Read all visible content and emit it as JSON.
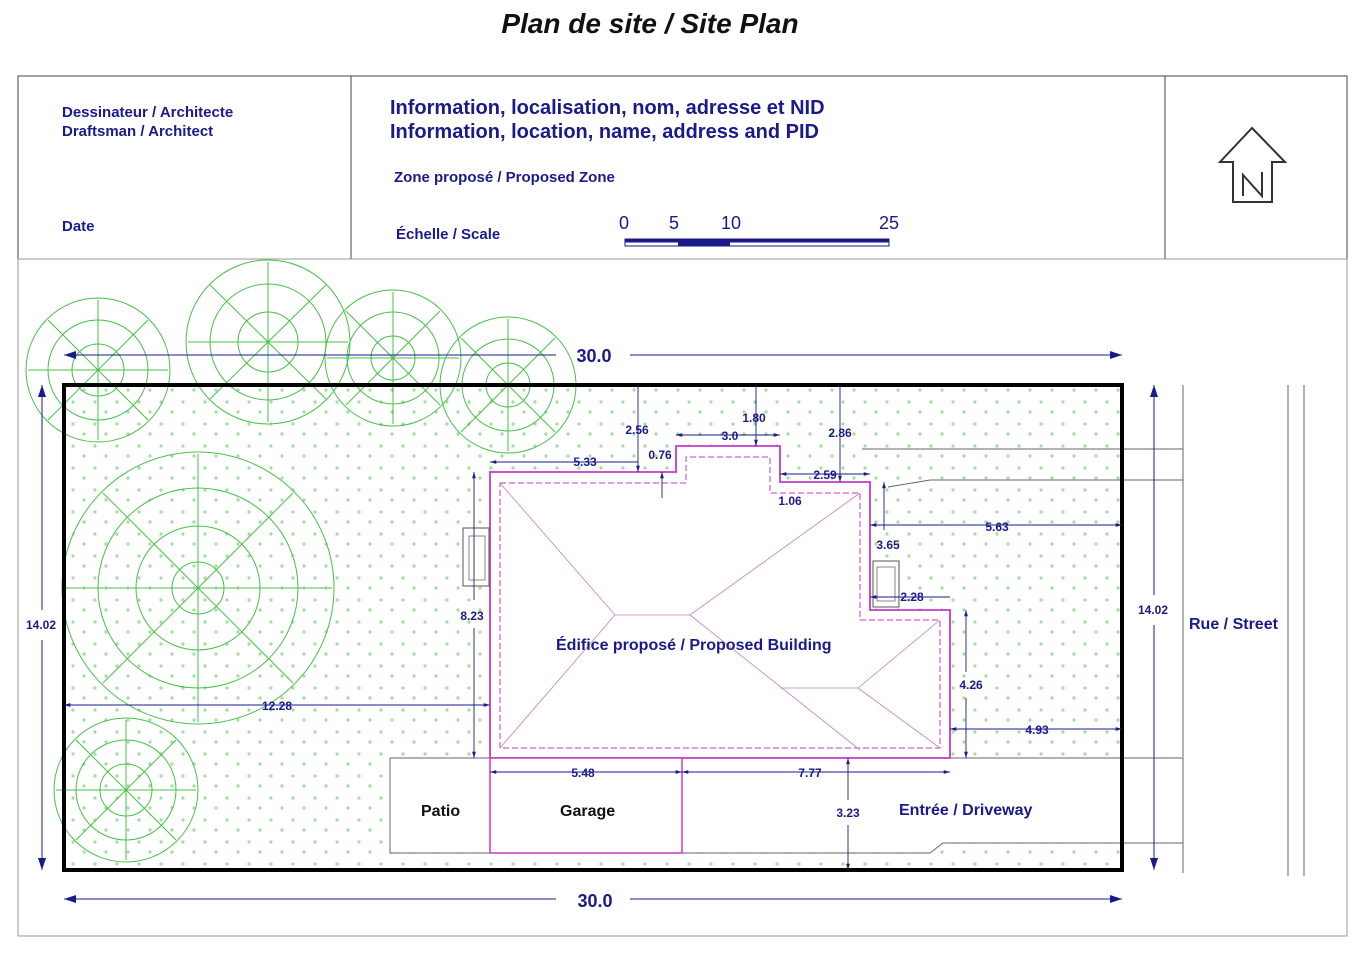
{
  "title": "Plan de site / Site Plan",
  "title_block": {
    "draftsman_fr": "Dessinateur / Architecte",
    "draftsman_en": "Draftsman / Architect",
    "date_label": "Date",
    "info_fr": "Information, localisation, nom, adresse et NID",
    "info_en": "Information, location, name, address and PID",
    "zone_label": "Zone proposé / Proposed Zone",
    "scale_label": "Échelle / Scale",
    "scale_ticks": [
      "0",
      "5",
      "10",
      "25"
    ]
  },
  "north_arrow": {
    "icon": "north-arrow-icon"
  },
  "site": {
    "lot_width_top": "30.0",
    "lot_width_bottom": "30.0",
    "lot_depth_left": "14.02",
    "lot_depth_right": "14.02",
    "street_label": "Rue / Street",
    "building_label": "Édifice proposé / Proposed Building",
    "patio_label": "Patio",
    "garage_label": "Garage",
    "driveway_label": "Entrée / Driveway",
    "dims": {
      "d_2_56": "2.56",
      "d_1_80": "1.80",
      "d_3_0": "3.0",
      "d_2_86": "2.86",
      "d_5_33": "5.33",
      "d_0_76": "0.76",
      "d_2_59": "2.59",
      "d_1_06": "1.06",
      "d_5_63": "5.63",
      "d_3_65": "3.65",
      "d_2_28": "2.28",
      "d_8_23": "8.23",
      "d_4_26": "4.26",
      "d_12_28": "12.28",
      "d_4_93": "4.93",
      "d_5_48": "5.48",
      "d_7_77": "7.77",
      "d_3_23": "3.23"
    }
  },
  "colors": {
    "ink": "#1a1a8c",
    "building": "#c43bc4",
    "trees": "#3fbf3f",
    "lot": "#000000"
  }
}
